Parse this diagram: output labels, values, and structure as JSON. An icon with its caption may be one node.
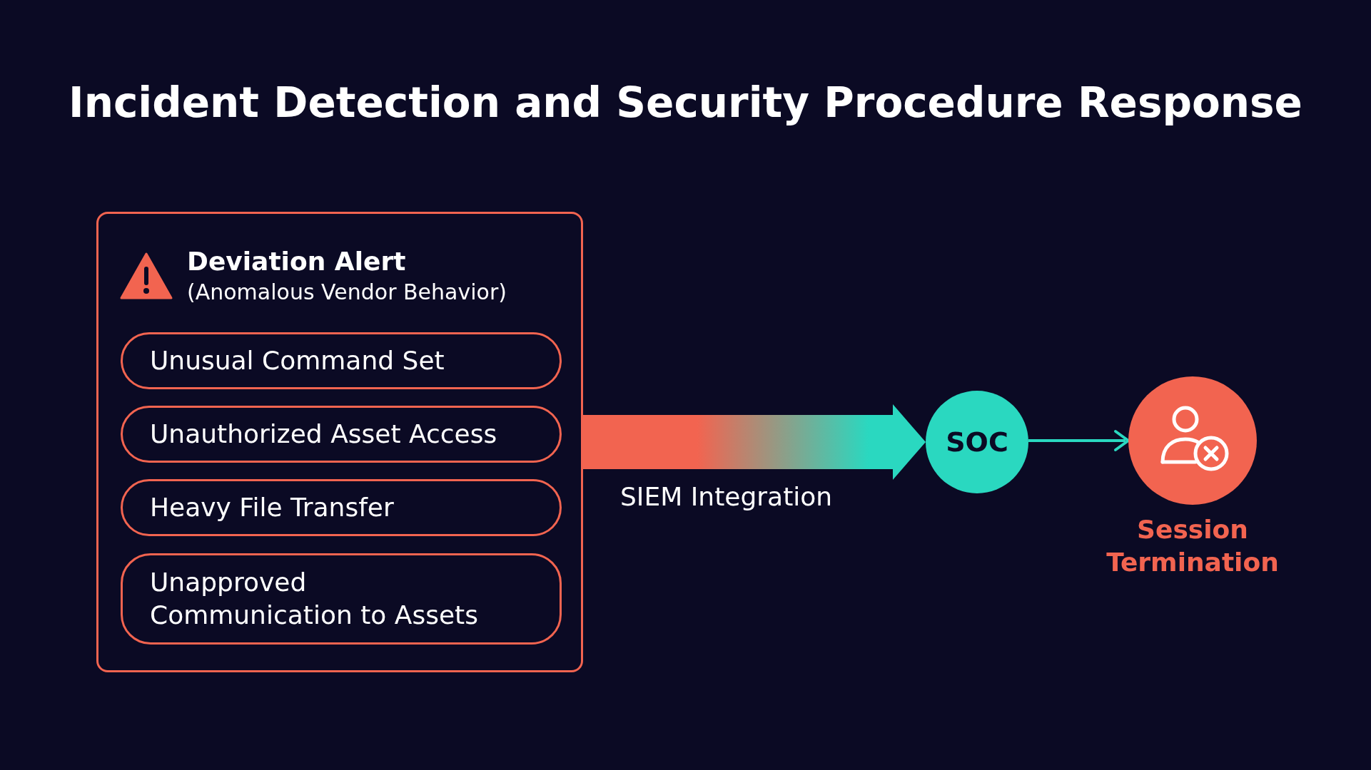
{
  "diagram": {
    "title": "Incident Detection and Security Procedure Response",
    "nodes": [
      {
        "text": [
          "Deviation Alert",
          "(Anomalous Vendor Behavior)"
        ]
      },
      {
        "text": [
          "Unusual Command Set"
        ],
        "in": 0
      },
      {
        "text": [
          "Unauthorized Asset Access"
        ],
        "in": 0
      },
      {
        "text": [
          "Heavy File Transfer"
        ],
        "in": 0
      },
      {
        "text": [
          "Unapproved Communication to Assets"
        ],
        "in": 0
      },
      {
        "text": [
          "SOC"
        ]
      },
      {
        "text": [],
        "shape": "circle",
        "beside": [
          "Session Termination"
        ]
      }
    ],
    "edges": [
      {
        "from": 0,
        "to": 5,
        "arrow": "to",
        "label": "SIEM Integration",
        "style": "thick"
      },
      {
        "from": 5,
        "to": 6,
        "arrow": "to"
      }
    ]
  }
}
